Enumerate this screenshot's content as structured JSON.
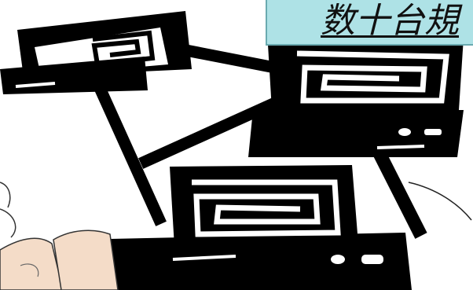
{
  "banner": {
    "title": "数十台規",
    "background_color": "#aee2e6"
  },
  "illustration": {
    "subject": "networked-computers",
    "computer_count": 3,
    "ink_color": "#000000",
    "person_fill_color": "#f4dcc8"
  }
}
